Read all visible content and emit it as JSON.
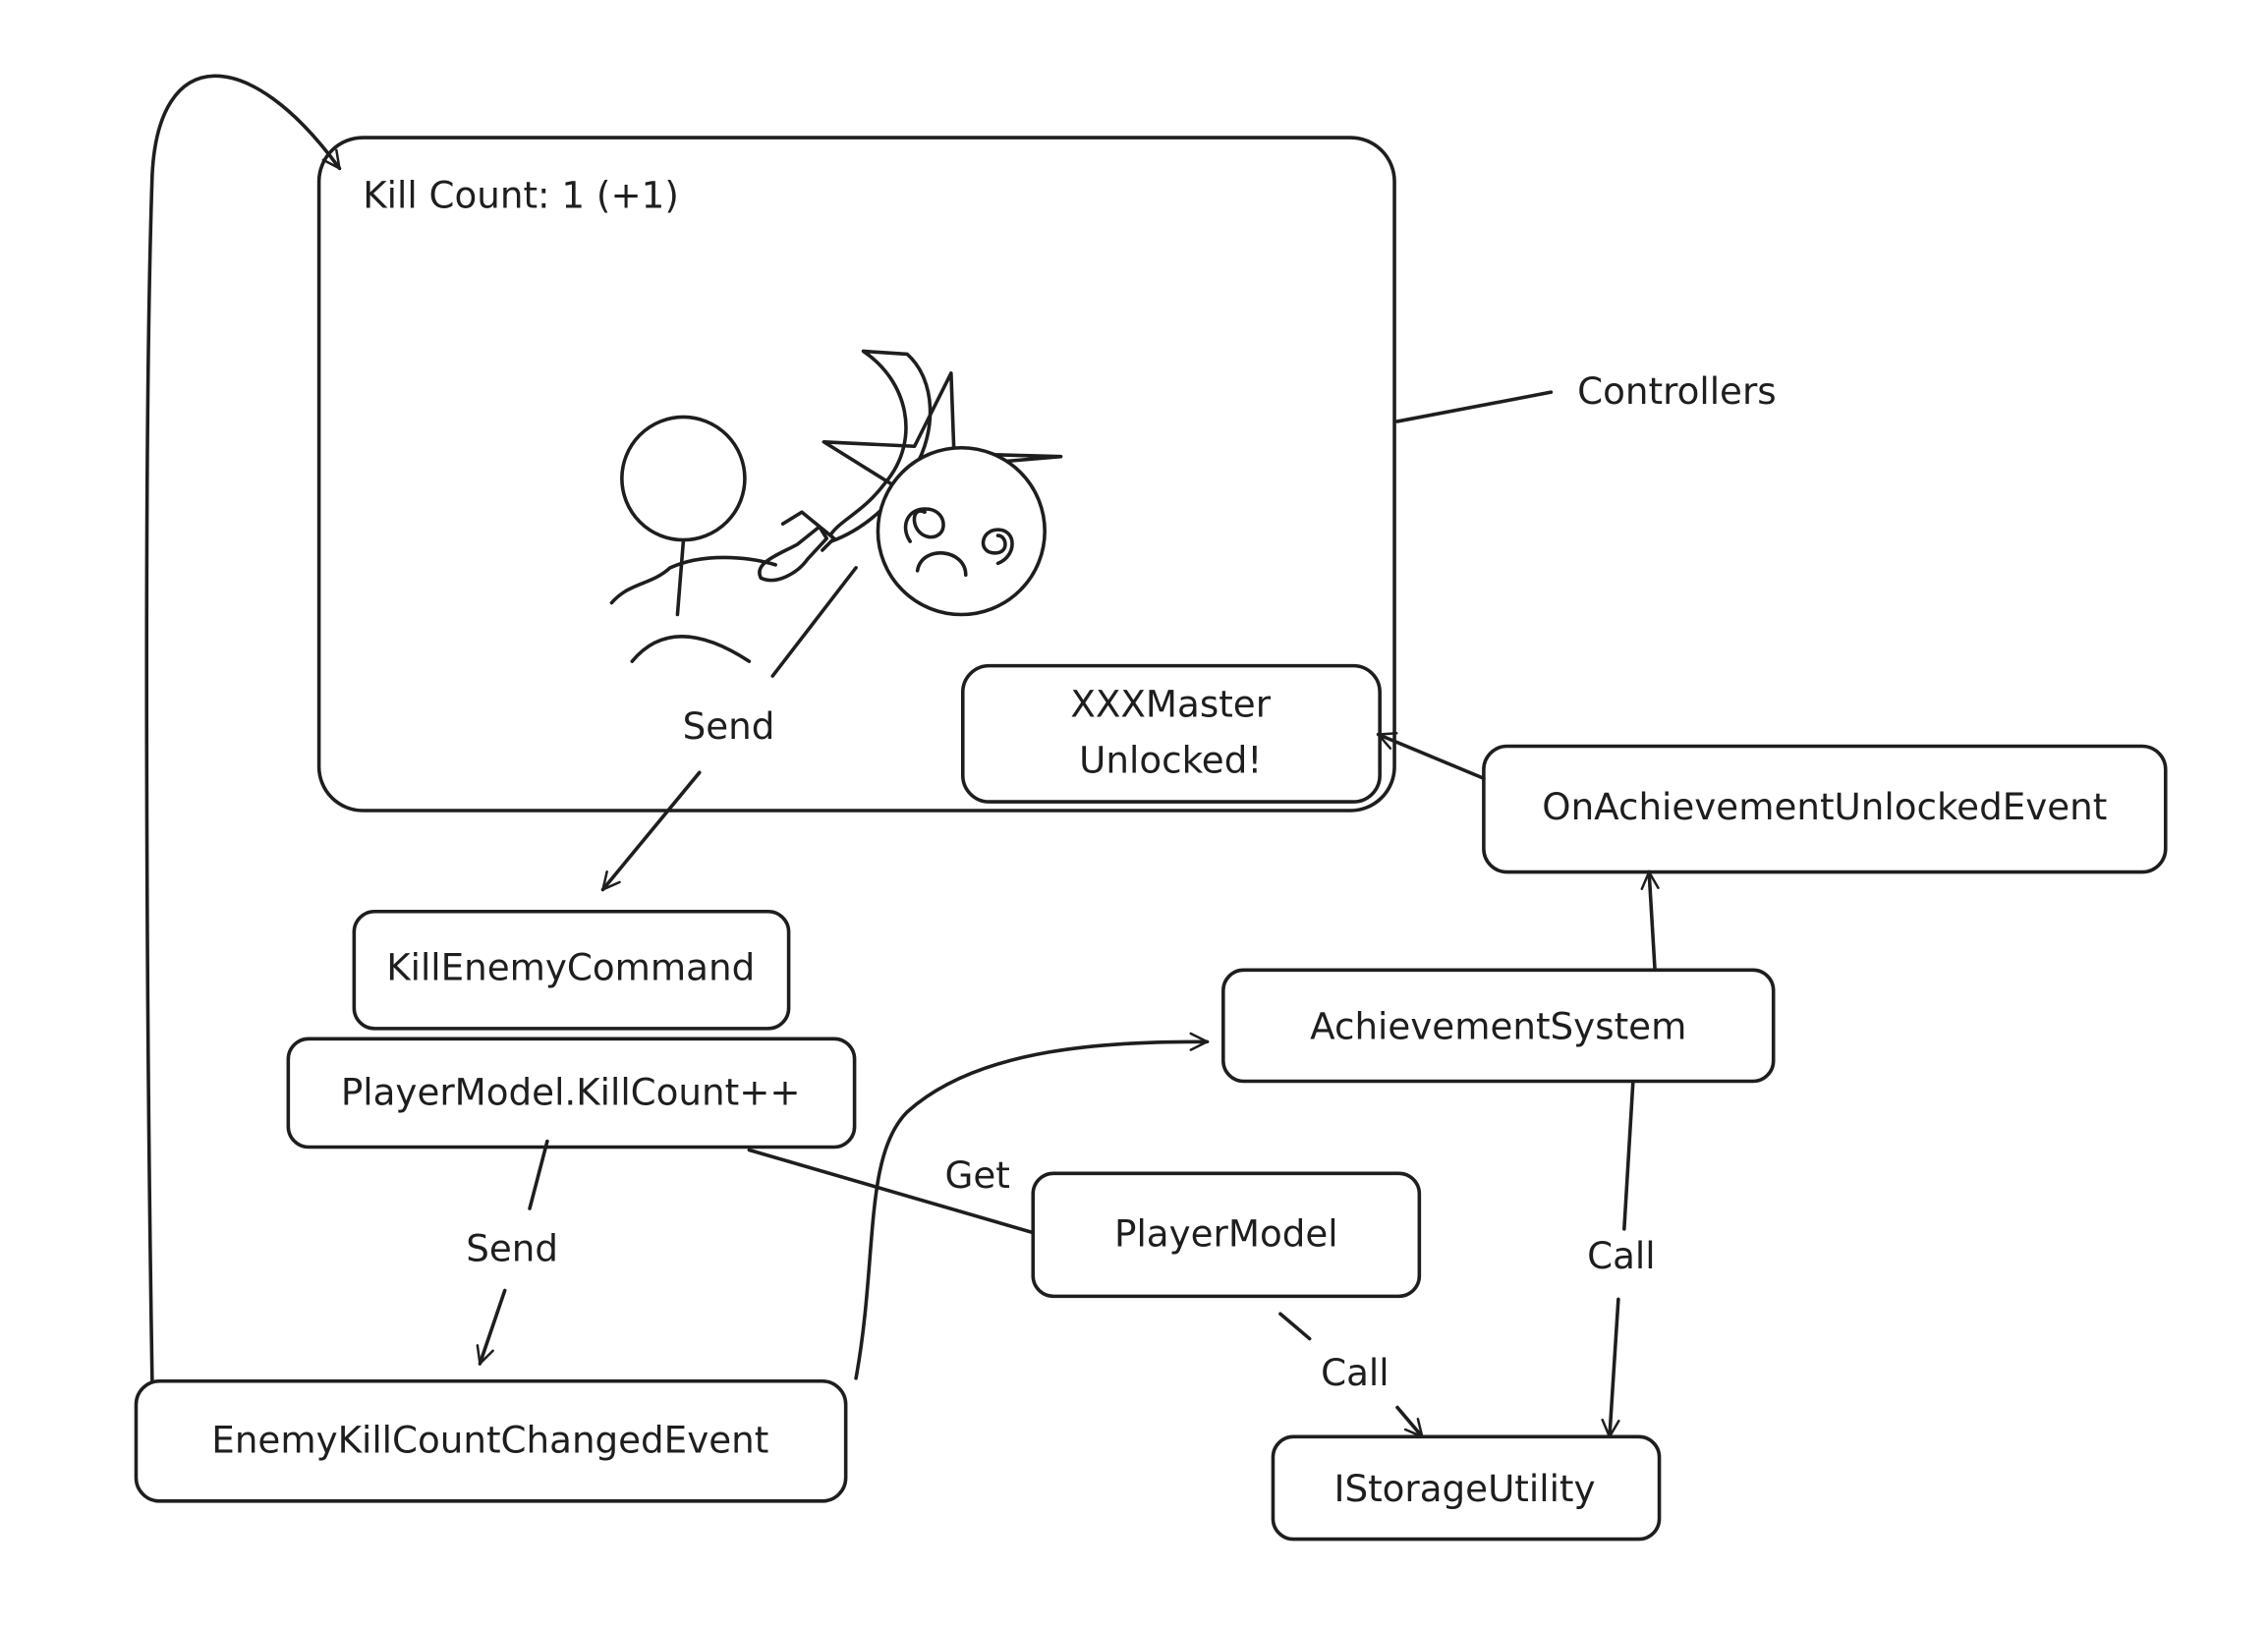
{
  "scene": {
    "kill_count_label": "Kill Count: 1 (+1)",
    "controllers_label": "Controllers",
    "achievement_popup": {
      "line1": "XXXMaster",
      "line2": "Unlocked!"
    }
  },
  "nodes": {
    "kill_enemy_command": "KillEnemyCommand",
    "player_model_killcount": "PlayerModel.KillCount++",
    "enemy_kill_count_changed_event": "EnemyKillCountChangedEvent",
    "achievement_system": "AchievementSystem",
    "on_achievement_unlocked_event": "OnAchievementUnlockedEvent",
    "player_model": "PlayerModel",
    "istorage_utility": "IStorageUtility"
  },
  "edges": {
    "send_command": "Send",
    "send_event": "Send",
    "get": "Get",
    "call_player_model": "Call",
    "call_achievement": "Call"
  },
  "colors": {
    "stroke": "#1e1e1e",
    "background": "#ffffff"
  }
}
